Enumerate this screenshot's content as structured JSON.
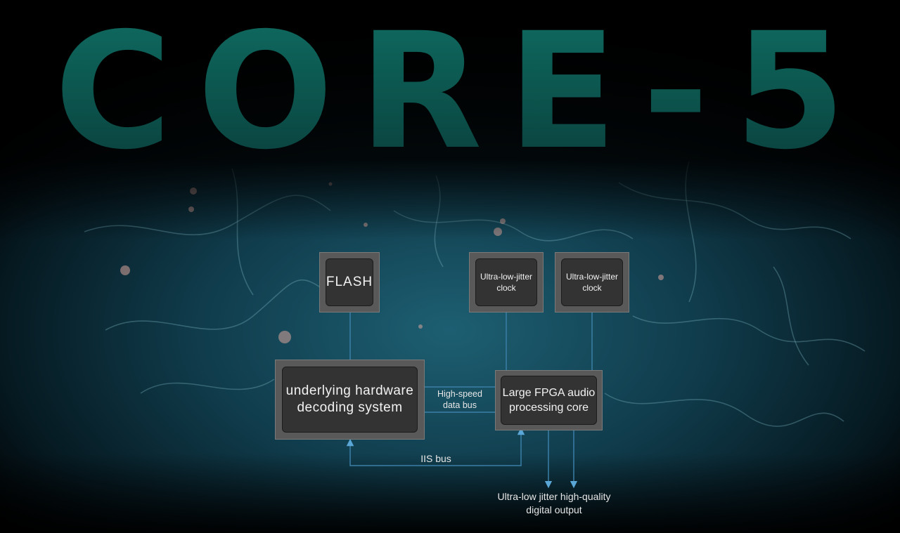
{
  "title": "CORE-5",
  "blocks": {
    "flash": "FLASH",
    "clock_1": [
      "Ultra-low-jitter",
      "clock"
    ],
    "clock_2": [
      "Ultra-low-jitter",
      "clock"
    ],
    "decoder": [
      "underlying hardware",
      "decoding system"
    ],
    "fpga": [
      "Large FPGA audio",
      "processing core"
    ]
  },
  "labels": {
    "data_bus": [
      "High-speed",
      "data bus"
    ],
    "iis_bus": "IIS bus",
    "output": [
      "Ultra-low jitter high-quality",
      "digital output"
    ]
  },
  "colors": {
    "title": "#0f6b61",
    "line": "#3a7fa8",
    "arrow": "#5aa6d6",
    "chip_frame": "#595959",
    "chip_inner": "#333333"
  }
}
